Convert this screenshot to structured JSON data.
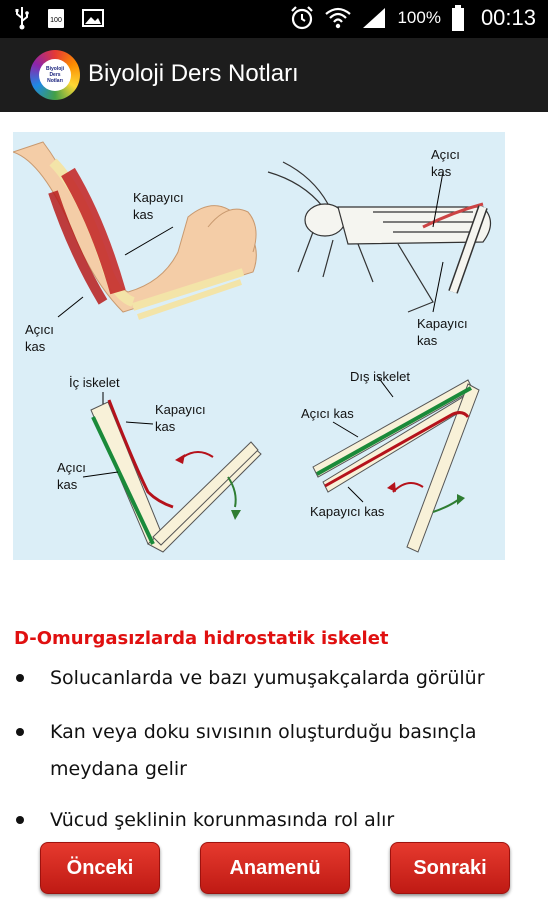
{
  "status_bar": {
    "battery_level": "100%",
    "time": "00:13",
    "icons": [
      "usb-icon",
      "battery-small-icon",
      "image-icon",
      "alarm-icon",
      "wifi-icon",
      "signal-icon",
      "battery-icon"
    ]
  },
  "app_bar": {
    "logo_text": [
      "Biyoloji",
      "Ders",
      "Notları"
    ],
    "title": "Biyoloji Ders Notları"
  },
  "figure": {
    "arm": {
      "label_kapayici_1": "Kapayıcı",
      "label_kapayici_2": "kas",
      "label_acici_1": "Açıcı",
      "label_acici_2": "kas"
    },
    "grasshopper": {
      "label_acici_1": "Açıcı",
      "label_acici_2": "kas",
      "label_kapayici_1": "Kapayıcı",
      "label_kapayici_2": "kas"
    },
    "endoskeleton": {
      "title": "İç iskelet",
      "label_kapayici_1": "Kapayıcı",
      "label_kapayici_2": "kas",
      "label_acici_1": "Açıcı",
      "label_acici_2": "kas"
    },
    "exoskeleton": {
      "title": "Dış iskelet",
      "label_acici": "Açıcı kas",
      "label_kapayici": "Kapayıcı kas"
    }
  },
  "content": {
    "heading": "D-Omurgasızlarda hidrostatik iskelet",
    "bullets": [
      [
        "Solucanlarda ve bazı yumuşakçalarda görülür"
      ],
      [
        "Kan veya doku sıvısının oluşturduğu basınçla",
        "meydana gelir"
      ],
      [
        "Vücud şeklinin korunmasında rol alır"
      ]
    ]
  },
  "buttons": {
    "previous": "Önceki",
    "menu": "Anamenü",
    "next": "Sonraki"
  },
  "colors": {
    "heading": "#e01010",
    "button": "#d4261d",
    "figure_bg": "#dbeef7",
    "green_muscle": "#1a8a3a",
    "red_muscle": "#b5121b"
  }
}
